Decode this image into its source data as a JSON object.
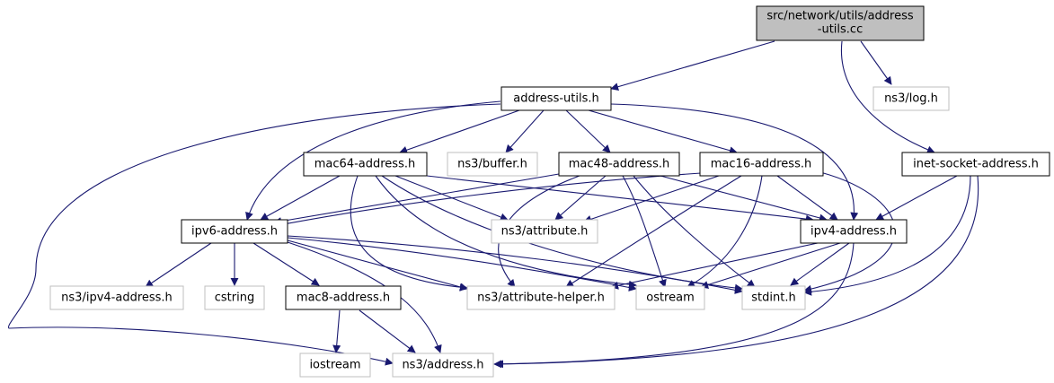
{
  "nodes": {
    "root": {
      "lines": [
        "src/network/utils/address",
        "-utils.cc"
      ]
    },
    "address_utils": {
      "lines": [
        "address-utils.h"
      ]
    },
    "log": {
      "lines": [
        "ns3/log.h"
      ]
    },
    "inet_socket": {
      "lines": [
        "inet-socket-address.h"
      ]
    },
    "mac64": {
      "lines": [
        "mac64-address.h"
      ]
    },
    "buffer": {
      "lines": [
        "ns3/buffer.h"
      ]
    },
    "mac48": {
      "lines": [
        "mac48-address.h"
      ]
    },
    "mac16": {
      "lines": [
        "mac16-address.h"
      ]
    },
    "ipv6": {
      "lines": [
        "ipv6-address.h"
      ]
    },
    "attribute": {
      "lines": [
        "ns3/attribute.h"
      ]
    },
    "ipv4": {
      "lines": [
        "ipv4-address.h"
      ]
    },
    "ns3_ipv4": {
      "lines": [
        "ns3/ipv4-address.h"
      ]
    },
    "cstring": {
      "lines": [
        "cstring"
      ]
    },
    "mac8": {
      "lines": [
        "mac8-address.h"
      ]
    },
    "attr_helper": {
      "lines": [
        "ns3/attribute-helper.h"
      ]
    },
    "ostream": {
      "lines": [
        "ostream"
      ]
    },
    "stdint": {
      "lines": [
        "stdint.h"
      ]
    },
    "iostream": {
      "lines": [
        "iostream"
      ]
    },
    "ns3_address": {
      "lines": [
        "ns3/address.h"
      ]
    }
  },
  "colors": {
    "edge": "#191970",
    "root_fill": "#bfbfbf",
    "local_border": "#000000",
    "external_border": "#bfbfbf"
  }
}
